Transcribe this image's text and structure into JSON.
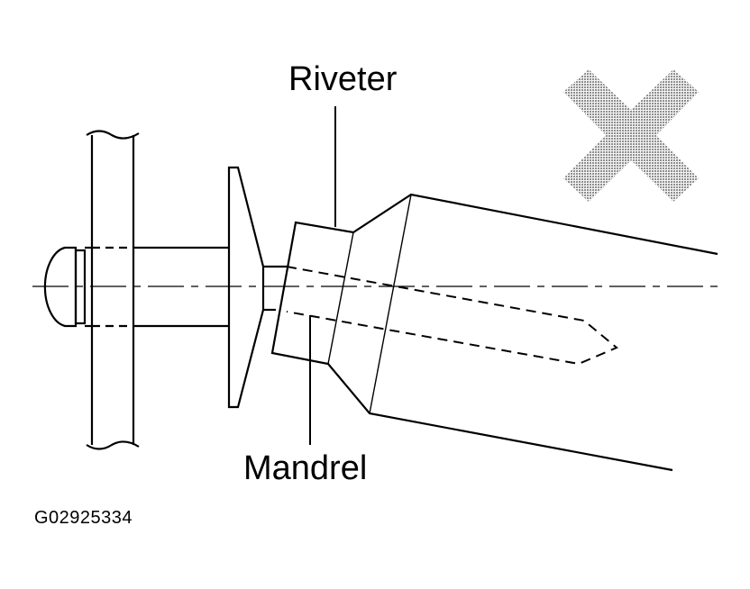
{
  "labels": {
    "riveter": "Riveter",
    "mandrel": "Mandrel",
    "figure_id": "G02925334"
  },
  "colors": {
    "line": "#000000",
    "incorrect_mark": "#a8a8a8",
    "background": "#ffffff"
  },
  "indicator": {
    "icon": "incorrect-x-icon",
    "meaning": "incorrect"
  }
}
